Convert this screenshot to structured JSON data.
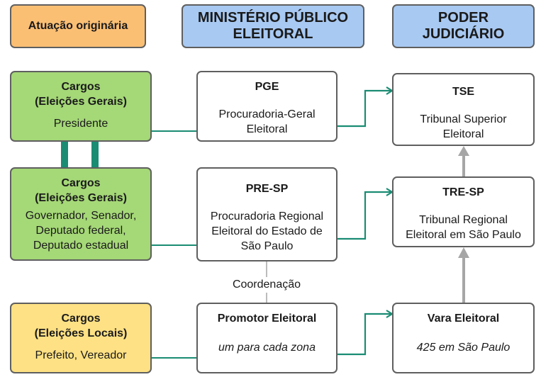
{
  "headers": {
    "original": "Atuação originária",
    "mp_line1": "MINISTÉRIO PÚBLICO",
    "mp_line2": "ELEITORAL",
    "pj_line1": "PODER",
    "pj_line2": "JUDICIÁRIO"
  },
  "left": {
    "box1": {
      "title1": "Cargos",
      "title2": "(Eleições Gerais)",
      "body": "Presidente"
    },
    "box2": {
      "title1": "Cargos",
      "title2": "(Eleições Gerais)",
      "line1": "Governador, Senador,",
      "line2": "Deputado federal,",
      "line3": "Deputado estadual"
    },
    "box3": {
      "title1": "Cargos",
      "title2": "(Eleições Locais)",
      "body": "Prefeito, Vereador"
    }
  },
  "middle": {
    "pge": {
      "title": "PGE",
      "line1": "Procuradoria-Geral",
      "line2": "Eleitoral"
    },
    "pre": {
      "title": "PRE-SP",
      "line1": "Procuradoria Regional",
      "line2": "Eleitoral do Estado de",
      "line3": "São Paulo"
    },
    "promotor": {
      "title": "Promotor Eleitoral",
      "body": "um para cada zona"
    },
    "coordination": "Coordenação"
  },
  "right": {
    "tse": {
      "title": "TSE",
      "line1": "Tribunal Superior",
      "line2": "Eleitoral"
    },
    "tre": {
      "title": "TRE-SP",
      "line1": "Tribunal Regional",
      "line2": "Eleitoral em São Paulo"
    },
    "vara": {
      "title": "Vara Eleitoral",
      "body": "425 em São Paulo"
    }
  },
  "colors": {
    "header_orange": "#fbbf74",
    "header_blue": "#a8c9f2",
    "box_green": "#a5d877",
    "box_yellow": "#fee184",
    "connector_teal": "#1a8c73",
    "hierarchy_gray": "#a6a6a6",
    "border_gray": "#5f5f5f"
  }
}
